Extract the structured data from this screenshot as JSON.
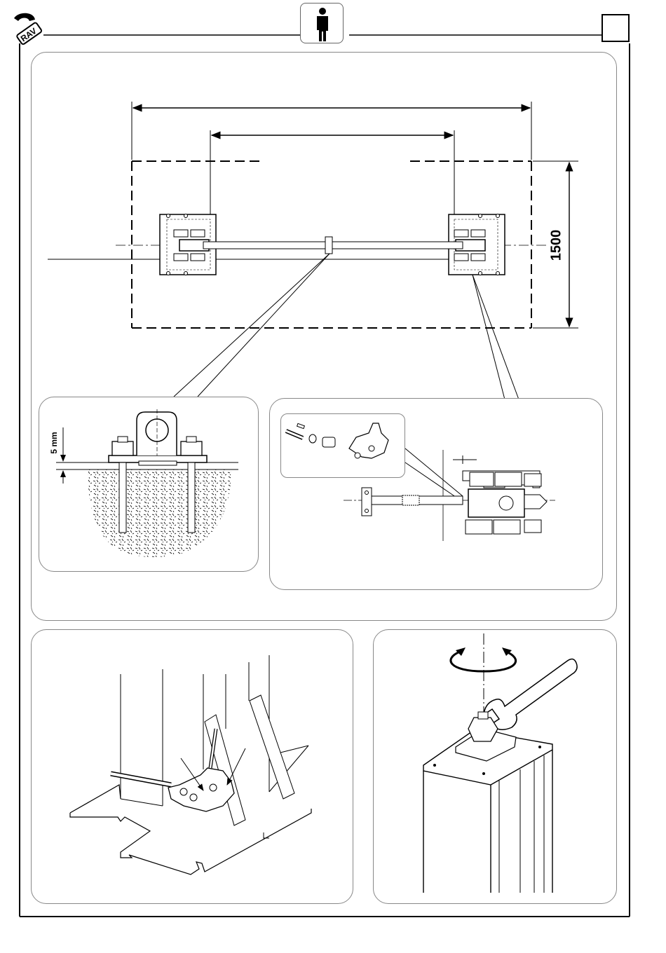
{
  "header": {
    "logo_text": "RAV",
    "person_icon": "person-icon",
    "page_box_text": ""
  },
  "figures": {
    "layout": {
      "height_dimension": "1500"
    },
    "base_detail": {
      "clearance_label": "5 mm"
    },
    "hydraulic_detail": {},
    "pump_view": {},
    "tightening_view": {}
  }
}
